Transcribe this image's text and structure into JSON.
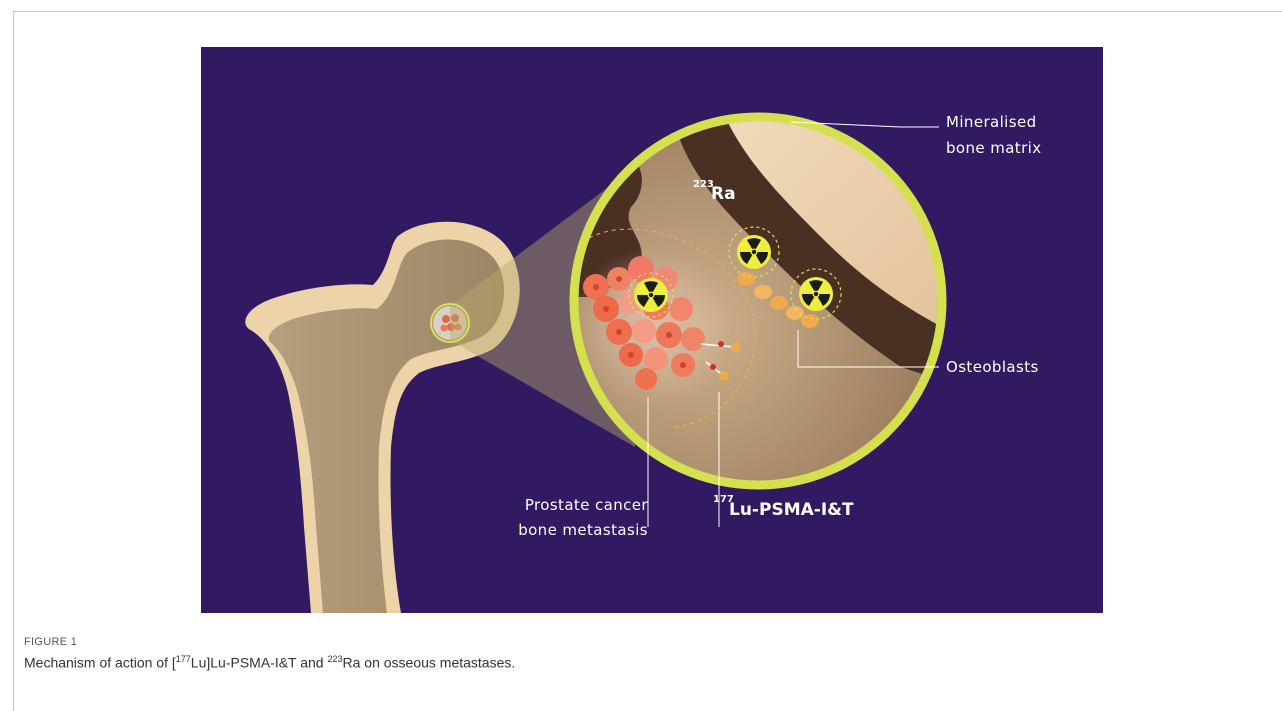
{
  "figure": {
    "background_color": "#311a62",
    "labels": {
      "bone_matrix_line1": "Mineralised",
      "bone_matrix_line2": "bone matrix",
      "ra_mass": "223",
      "ra_symbol": "Ra",
      "osteoblasts": "Osteoblasts",
      "metastasis_line1": "Prostate cancer",
      "metastasis_line2": "bone metastasis",
      "lu_mass": "177",
      "lu_symbol": "Lu-PSMA-I&T"
    },
    "icons": [
      "radiation-icon",
      "femur-illustration",
      "magnifier-circle"
    ]
  },
  "caption": {
    "label": "FIGURE 1",
    "text_part1": "Mechanism of action of [",
    "sup1": "177",
    "text_part2": "Lu]Lu-PSMA-I&T and ",
    "sup2": "223",
    "text_part3": "Ra on osseous metastases."
  }
}
